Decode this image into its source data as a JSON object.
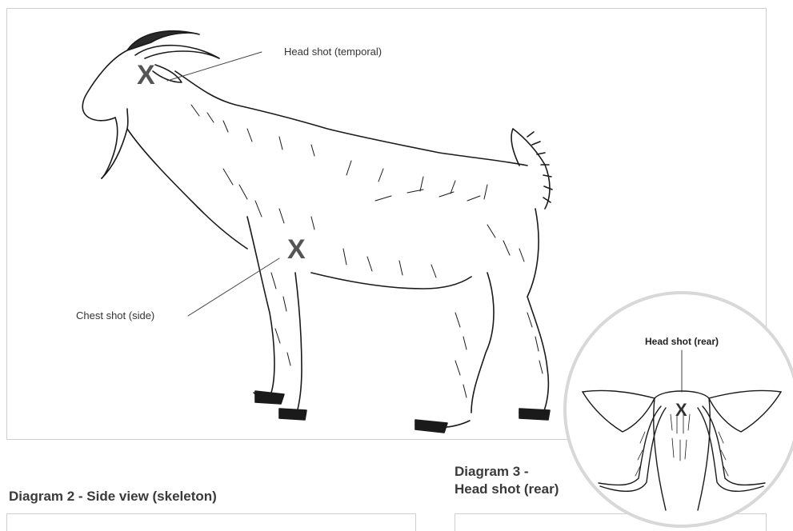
{
  "callouts": {
    "head_temporal": "Head shot (temporal)",
    "chest_side": "Chest shot (side)",
    "head_rear": "Head shot (rear)"
  },
  "markers": {
    "head_temporal": "X",
    "chest_side": "X",
    "head_rear": "X"
  },
  "sections": {
    "diagram2_title": "Diagram 2 - Side view (skeleton)",
    "diagram3_title_line1": "Diagram 3 -",
    "diagram3_title_line2": "Head shot (rear)"
  },
  "colors": {
    "ink": "#1a1a1a",
    "marker": "#555555",
    "panel_border": "#cfcfcf",
    "magnifier_ring": "#d8d8d8"
  }
}
